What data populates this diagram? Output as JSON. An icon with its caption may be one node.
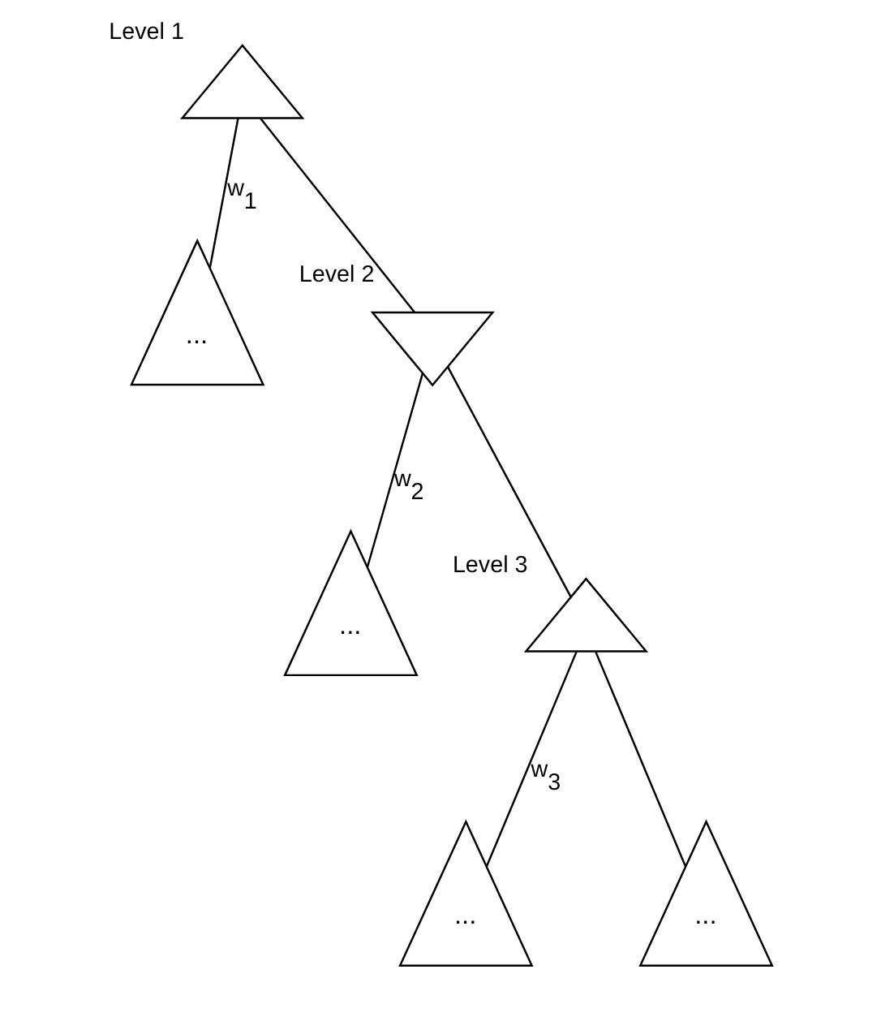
{
  "diagram": {
    "nodes": [
      {
        "text": [],
        "shape": "triangle",
        "beside": [
          "Level 1"
        ]
      },
      {
        "text": [
          "..."
        ]
      },
      {
        "text": [],
        "shape": "triangle",
        "beside": [
          "Level 2"
        ]
      },
      {
        "text": [
          "..."
        ]
      },
      {
        "text": [],
        "shape": "triangle",
        "beside": [
          "Level 3"
        ]
      },
      {
        "text": [
          "..."
        ]
      },
      {
        "text": [
          "..."
        ]
      }
    ],
    "edges": [
      {
        "from": 0,
        "to": 1,
        "arrow": "none",
        "label": "w$_{1}$"
      },
      {
        "from": 0,
        "to": 2,
        "arrow": "none"
      },
      {
        "from": 2,
        "to": 3,
        "arrow": "none",
        "label": "w$_{2}$"
      },
      {
        "from": 2,
        "to": 4,
        "arrow": "none"
      },
      {
        "from": 4,
        "to": 5,
        "arrow": "none",
        "label": "w$_{3}$"
      },
      {
        "from": 4,
        "to": 6,
        "arrow": "none"
      }
    ]
  }
}
